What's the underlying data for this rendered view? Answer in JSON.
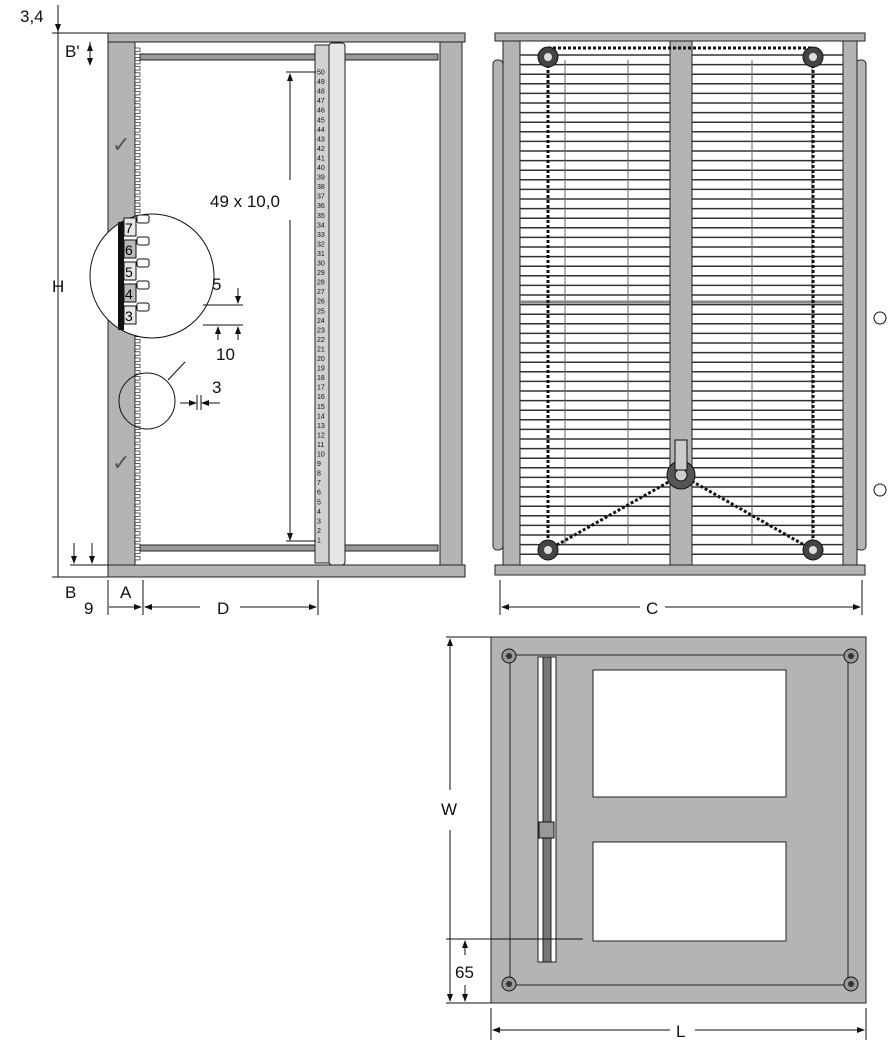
{
  "drawing": {
    "side_view": {
      "top_offset": "3,4",
      "b_prime": "B'",
      "height": "H",
      "pitch_label": "49 x 10,0",
      "detail_5": "5",
      "detail_10": "10",
      "detail_3": "3",
      "b": "B",
      "bottom_9": "9",
      "a": "A",
      "d": "D",
      "magnified_slots": [
        "7",
        "6",
        "5",
        "4",
        "3"
      ],
      "slot_count": 50
    },
    "front_view": {
      "width": "C"
    },
    "top_view": {
      "depth": "W",
      "offset_65": "65",
      "length": "L"
    }
  },
  "colors": {
    "frame": "#b4b4b4",
    "line": "#222222"
  }
}
